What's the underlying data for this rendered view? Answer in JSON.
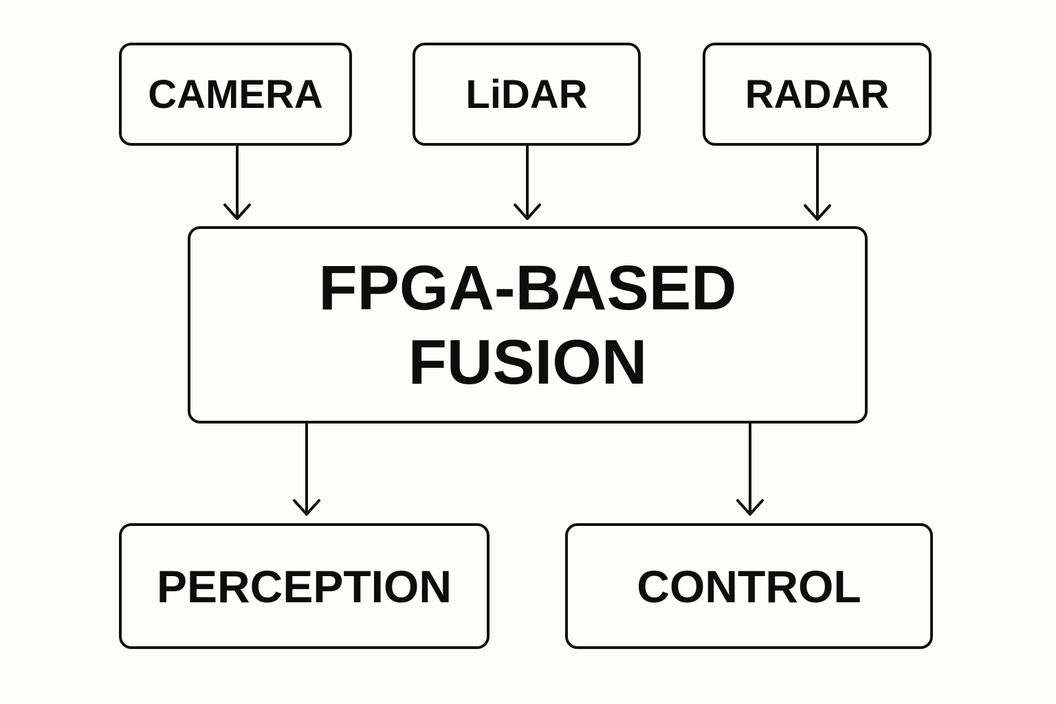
{
  "diagram": {
    "type": "flowchart",
    "nodes": [
      {
        "id": "camera",
        "label": "CAMERA",
        "group": "sensor"
      },
      {
        "id": "lidar",
        "label": "LiDAR",
        "group": "sensor"
      },
      {
        "id": "radar",
        "label": "RADAR",
        "group": "sensor"
      },
      {
        "id": "fusion",
        "label_line1": "FPGA-BASED",
        "label_line2": "FUSION",
        "group": "processor"
      },
      {
        "id": "perception",
        "label": "PERCEPTION",
        "group": "output"
      },
      {
        "id": "control",
        "label": "CONTROL",
        "group": "output"
      }
    ],
    "edges": [
      {
        "from": "camera",
        "to": "fusion"
      },
      {
        "from": "lidar",
        "to": "fusion"
      },
      {
        "from": "radar",
        "to": "fusion"
      },
      {
        "from": "fusion",
        "to": "perception"
      },
      {
        "from": "fusion",
        "to": "control"
      }
    ]
  },
  "colors": {
    "background": "#fcfcfa",
    "stroke": "#111111",
    "text": "#0d0d0d"
  }
}
